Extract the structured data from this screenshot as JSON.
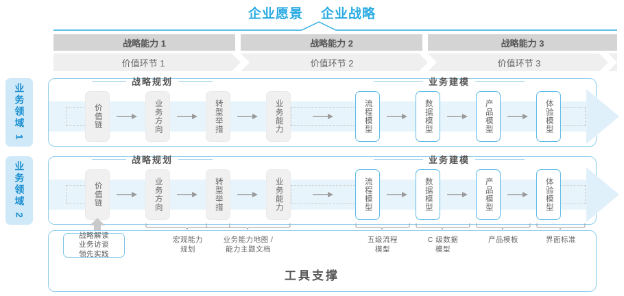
{
  "header": {
    "titles": [
      "企业愿景",
      "企业战略"
    ],
    "accent": "#29ABE2"
  },
  "capability_band": {
    "cells": [
      {
        "label": "战略能力 1"
      },
      {
        "label": "战略能力 2"
      },
      {
        "label": "战略能力 3"
      }
    ],
    "bg": "#D4D4D4",
    "text_color": "#555555"
  },
  "value_band": {
    "cells": [
      {
        "label": "价值环节 1"
      },
      {
        "label": "价值环节 2"
      },
      {
        "label": "价值环节 3"
      }
    ],
    "bg": "#EFEFEF",
    "text_color": "#666666"
  },
  "side_labels": [
    {
      "label": "业务领域 1"
    },
    {
      "label": "业务领域 2"
    }
  ],
  "sections": {
    "left_title": "战略规划",
    "right_title": "业务建模"
  },
  "nodes": {
    "left": [
      {
        "label": "价值链"
      },
      {
        "label": "业务方向"
      },
      {
        "label": "转型举措"
      },
      {
        "label": "业务能力"
      }
    ],
    "right": [
      {
        "label": "流程模型"
      },
      {
        "label": "数据模型"
      },
      {
        "label": "产品模型"
      },
      {
        "label": "体验模型"
      }
    ]
  },
  "footer": {
    "tool_title": "工具支撑",
    "strategy_box": "战略解读\n业务访谈\n领先实践",
    "strategy_box_lines": [
      "战略解读",
      "业务访谈",
      "领先实践"
    ],
    "labels": [
      {
        "text": "宏观能力\n规划",
        "lines": [
          "宏观能力",
          "规划"
        ]
      },
      {
        "text": "业务能力地图 /\n能力主题文档",
        "lines": [
          "业务能力地图 /",
          "能力主题文档"
        ]
      },
      {
        "text": "五级流程\n模型",
        "lines": [
          "五级流程",
          "模型"
        ]
      },
      {
        "text": "C 级数据\n模型",
        "lines": [
          "C 级数据",
          "模型"
        ]
      },
      {
        "text": "产品模板",
        "lines": [
          "产品模板"
        ]
      },
      {
        "text": "界面标准",
        "lines": [
          "界面标准"
        ]
      }
    ]
  },
  "colors": {
    "accent_blue": "#29ABE2",
    "light_blue_border": "#8ECDEC",
    "side_label_bg": "#CFE9F8",
    "side_label_text": "#1B8FD0",
    "band_light": "#E8F4FB",
    "node_gray": "#F0F0F0",
    "node_blue_border": "#5BB9E5"
  }
}
